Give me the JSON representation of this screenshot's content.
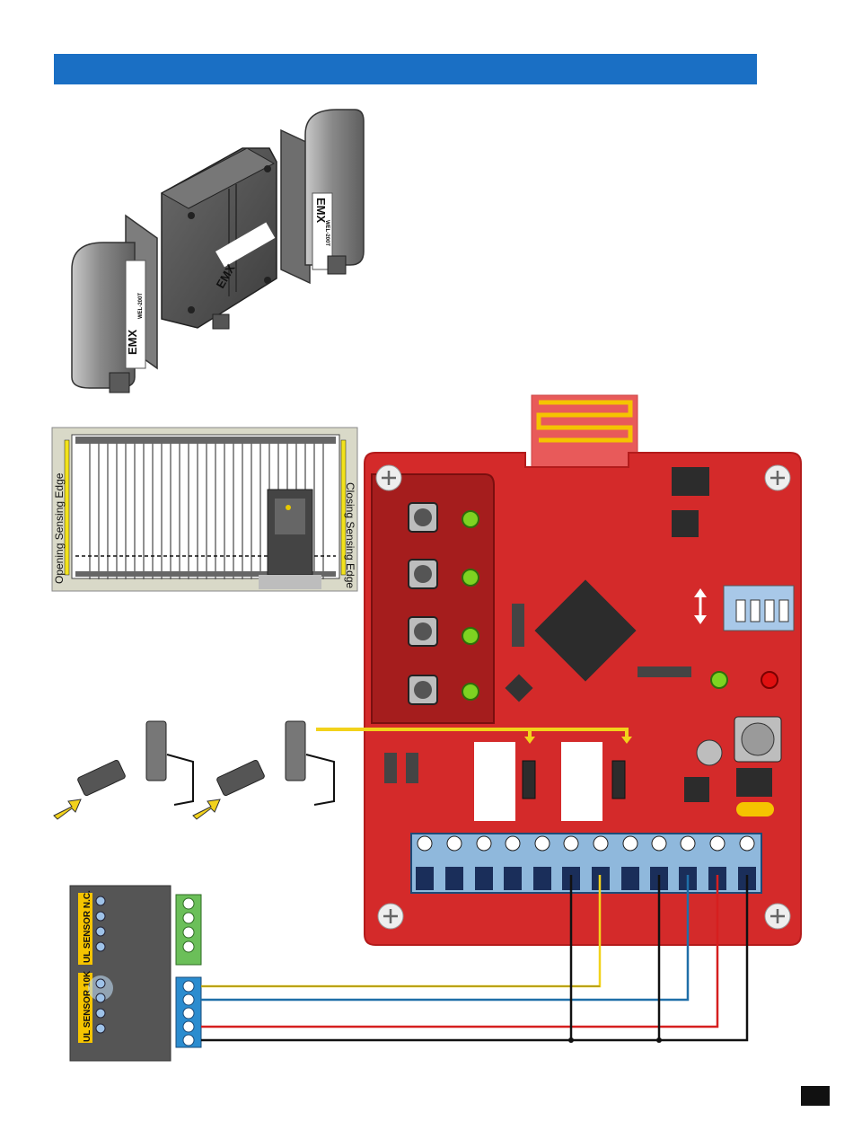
{
  "header": {
    "bar_color": "#1a6fc4"
  },
  "devices": {
    "brand_left": "EMX",
    "brand_center": "EMX",
    "brand_right": "EMX",
    "model_left": "WEL-200T",
    "model_right": "WEL-200T"
  },
  "gate": {
    "opening_label": "Opening Sensing Edge",
    "closing_label": "Closing Sensing Edge"
  },
  "sensor_module": {
    "nc_label": "UL SENSOR N.C.",
    "k10_label": "UL SENSOR 10K"
  },
  "colors": {
    "board": "#d42a2a",
    "board_dark": "#a31616",
    "terminal_blue": "#8fb8dc",
    "wire_yellow": "#f2d21b",
    "wire_blue": "#1f6fa8",
    "wire_red": "#d61f1f",
    "wire_black": "#111111",
    "led_green": "#7ed321",
    "led_red": "#e01010"
  },
  "icons": [
    "screw-icon",
    "arrow-icon",
    "jumper-icon",
    "antenna-icon",
    "dip-switch-icon",
    "led-icon"
  ]
}
